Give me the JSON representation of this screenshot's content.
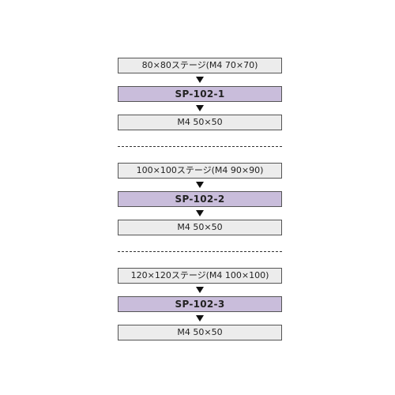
{
  "groups": [
    {
      "top": "80×80ステージ(M4 70×70)",
      "middle": "SP-102-1",
      "bottom": "M4 50×50"
    },
    {
      "top": "100×100ステージ(M4 90×90)",
      "middle": "SP-102-2",
      "bottom": "M4 50×50"
    },
    {
      "top": "120×120ステージ(M4 100×100)",
      "middle": "SP-102-3",
      "bottom": "M4 50×50"
    }
  ],
  "colors": {
    "top_box_fill": "#ececec",
    "middle_box_fill": "#c9bddb",
    "bottom_box_fill": "#ececec",
    "border": "#555555"
  },
  "icons": {
    "arrow": "triangle-down-icon",
    "separator": "dashed-line"
  }
}
